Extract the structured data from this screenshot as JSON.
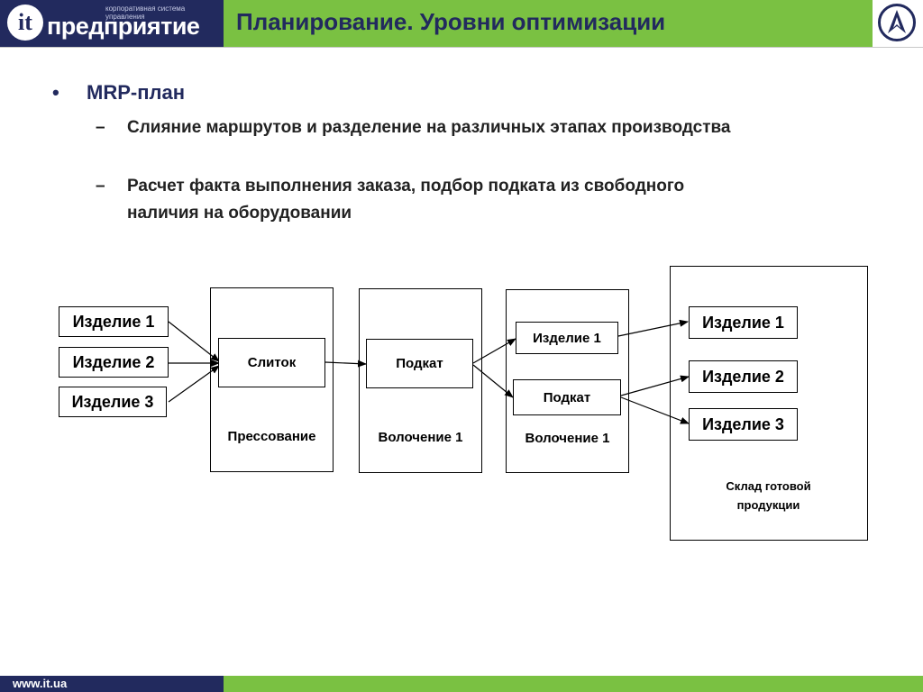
{
  "header": {
    "title": "Планирование. Уровни оптимизации",
    "logo_letter": "it",
    "logo_word": "предприятие",
    "logo_tagline": "корпоративная система управления",
    "brand_color": "#222a5e",
    "accent_color": "#7ac142"
  },
  "content": {
    "bullet_glyph": "•",
    "bullet": "MRP-план",
    "dash_glyph": "–",
    "subitems": [
      "Слияние маршрутов и разделение на различных этапах производства",
      "Расчет факта выполнения заказа, подбор подката из свободного наличия на оборудовании"
    ]
  },
  "diagram": {
    "inputs": [
      "Изделие 1",
      "Изделие 2",
      "Изделие 3"
    ],
    "stages": [
      {
        "node": "Слиток",
        "caption": "Прессование"
      },
      {
        "node": "Подкат",
        "caption": "Волочение 1"
      },
      {
        "nodes": [
          "Изделие 1",
          "Подкат"
        ],
        "caption": "Волочение 1"
      }
    ],
    "warehouse": {
      "items": [
        "Изделие 1",
        "Изделие 2",
        "Изделие 3"
      ],
      "caption_line1": "Склад готовой",
      "caption_line2": "продукции"
    }
  },
  "footer": {
    "url": "www.it.ua"
  }
}
